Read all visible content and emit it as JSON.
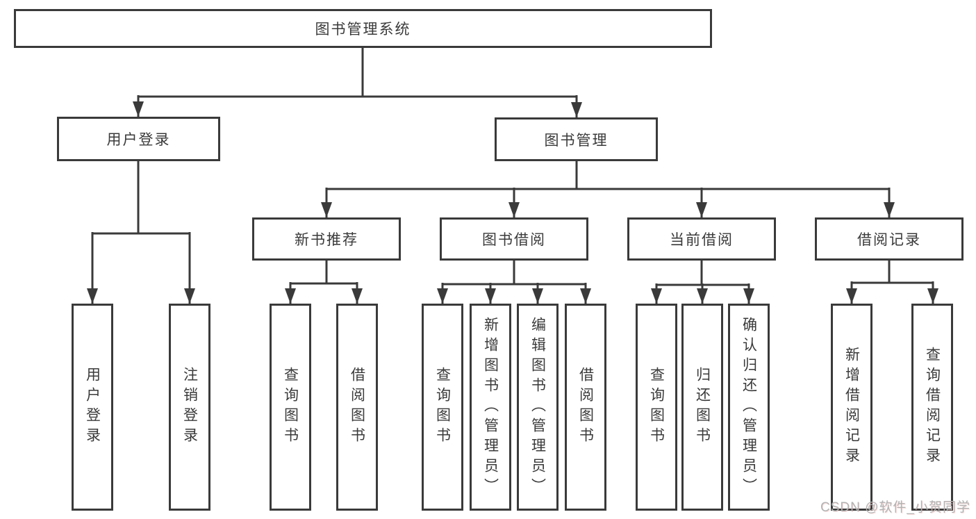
{
  "diagram_type": "hierarchy-flowchart",
  "tree": {
    "label": "图书管理系统",
    "children": [
      {
        "label": "用户登录",
        "children": [
          {
            "label": "用户登录"
          },
          {
            "label": "注销登录"
          }
        ]
      },
      {
        "label": "图书管理",
        "children": [
          {
            "label": "新书推荐",
            "children": [
              {
                "label": "查询图书"
              },
              {
                "label": "借阅图书"
              }
            ]
          },
          {
            "label": "图书借阅",
            "children": [
              {
                "label": "查询图书"
              },
              {
                "label": "新增图书（管理员）"
              },
              {
                "label": "编辑图书（管理员）"
              },
              {
                "label": "借阅图书"
              }
            ]
          },
          {
            "label": "当前借阅",
            "children": [
              {
                "label": "查询图书"
              },
              {
                "label": "归还图书"
              },
              {
                "label": "确认归还（管理员）"
              }
            ]
          },
          {
            "label": "借阅记录",
            "children": [
              {
                "label": "新增借阅记录"
              },
              {
                "label": "查询借阅记录"
              }
            ]
          }
        ]
      }
    ]
  },
  "watermark": {
    "text": "CSDN @软件_小贺同学"
  },
  "colors": {
    "line": "#3a3a3a",
    "text": "#3a3a3a",
    "background": "#ffffff",
    "watermark": "#b3b3b3"
  }
}
